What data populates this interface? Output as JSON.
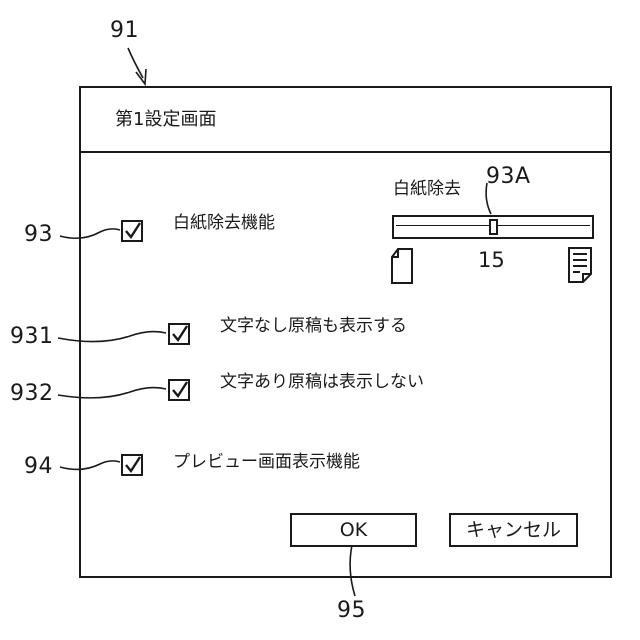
{
  "refs": {
    "window": "91",
    "white_removal": "93",
    "slider": "93A",
    "show_text_none": "931",
    "show_text_some": "932",
    "preview": "94",
    "ok": "95"
  },
  "dialog": {
    "title": "第1設定画面",
    "white_removal_label": "白紙除去機能",
    "show_no_text_label": "文字なし原稿も表示する",
    "show_text_label": "文字あり原稿は表示しない",
    "preview_label": "プレビュー画面表示機能",
    "ok_label": "OK",
    "cancel_label": "キャンセル"
  },
  "slider": {
    "title": "白紙除去",
    "value": "15",
    "fraction": 0.5,
    "left_icon": "blank-page-icon",
    "right_icon": "text-page-icon"
  },
  "checkboxes": {
    "white_removal": true,
    "show_no_text": true,
    "show_text": true,
    "preview": true
  }
}
